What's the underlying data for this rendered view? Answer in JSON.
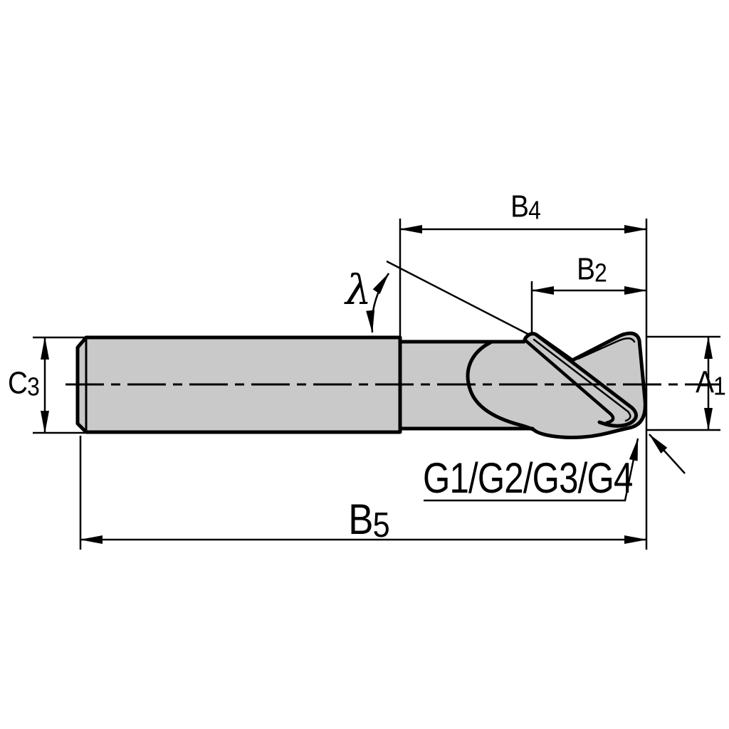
{
  "colors": {
    "background": "#ffffff",
    "tool_fill": "#c9c9c9",
    "line": "#000000"
  },
  "labels": {
    "b4": {
      "base": "B",
      "sub": "4"
    },
    "b2": {
      "base": "B",
      "sub": "2"
    },
    "lambda": "λ",
    "c3": {
      "base": "C",
      "sub": "3"
    },
    "a1": {
      "base": "A",
      "sub": "1"
    },
    "b5": {
      "base": "B",
      "sub": "5"
    },
    "g_series": "G1/G2/G3/G4"
  }
}
